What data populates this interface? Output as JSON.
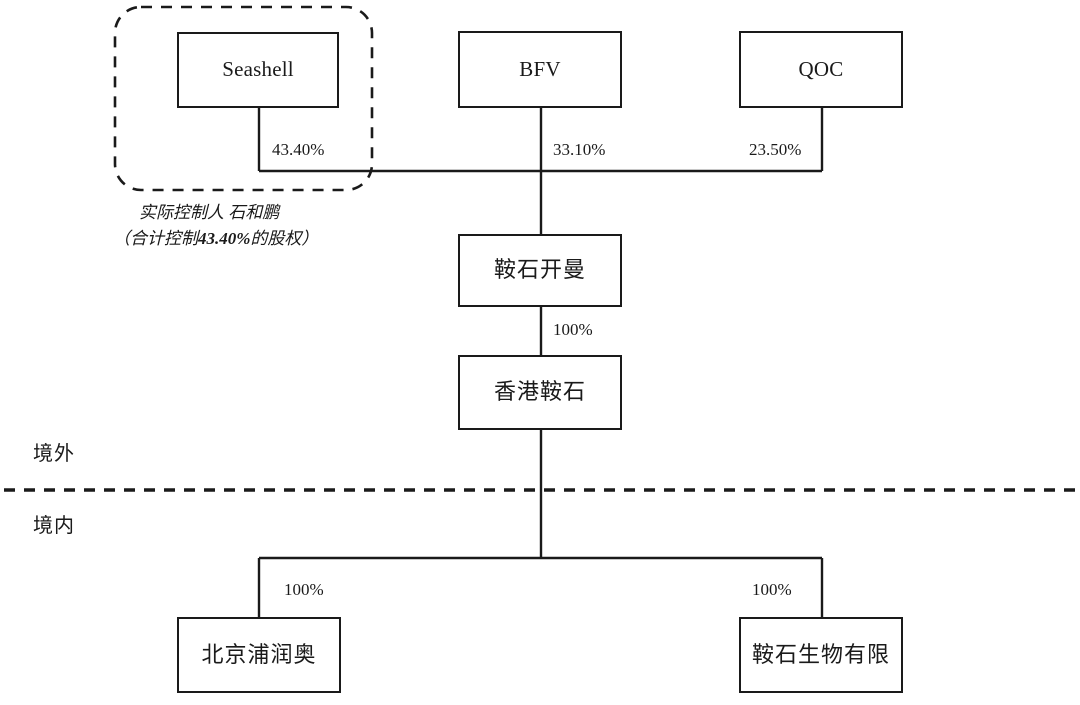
{
  "diagram": {
    "type": "org-shareholding-chart",
    "title": "",
    "regions": [
      {
        "name": "overseas",
        "label": "境外"
      },
      {
        "name": "domestic",
        "label": "境内"
      }
    ],
    "entities": [
      {
        "id": "seashell",
        "label": "Seashell",
        "script": "latin"
      },
      {
        "id": "bfv",
        "label": "BFV",
        "script": "latin"
      },
      {
        "id": "qoc",
        "label": "QOC",
        "script": "latin"
      },
      {
        "id": "anshi_cayman",
        "label": "鞍石开曼",
        "script": "cjk"
      },
      {
        "id": "hongkong_anshi",
        "label": "香港鞍石",
        "script": "cjk"
      },
      {
        "id": "beijing_purunao",
        "label": "北京浦润奥",
        "script": "cjk"
      },
      {
        "id": "anshi_bio",
        "label": "鞍石生物有限",
        "script": "cjk"
      }
    ],
    "edges": [
      {
        "from": "seashell",
        "to": "anshi_cayman",
        "label": "43.40%"
      },
      {
        "from": "bfv",
        "to": "anshi_cayman",
        "label": "33.10%"
      },
      {
        "from": "qoc",
        "to": "anshi_cayman",
        "label": "23.50%"
      },
      {
        "from": "anshi_cayman",
        "to": "hongkong_anshi",
        "label": "100%"
      },
      {
        "from": "hongkong_anshi",
        "to": "beijing_purunao",
        "label": "100%"
      },
      {
        "from": "hongkong_anshi",
        "to": "anshi_bio",
        "label": "100%"
      }
    ],
    "annotation": {
      "line1": "实际控制人 石和鹏",
      "line2_prefix": "（合计控制",
      "line2_percent": "43.40%",
      "line2_suffix": "的股权）"
    },
    "colors": {
      "stroke": "#1a1a1a",
      "text": "#1a1a1a",
      "background": "#ffffff"
    }
  }
}
